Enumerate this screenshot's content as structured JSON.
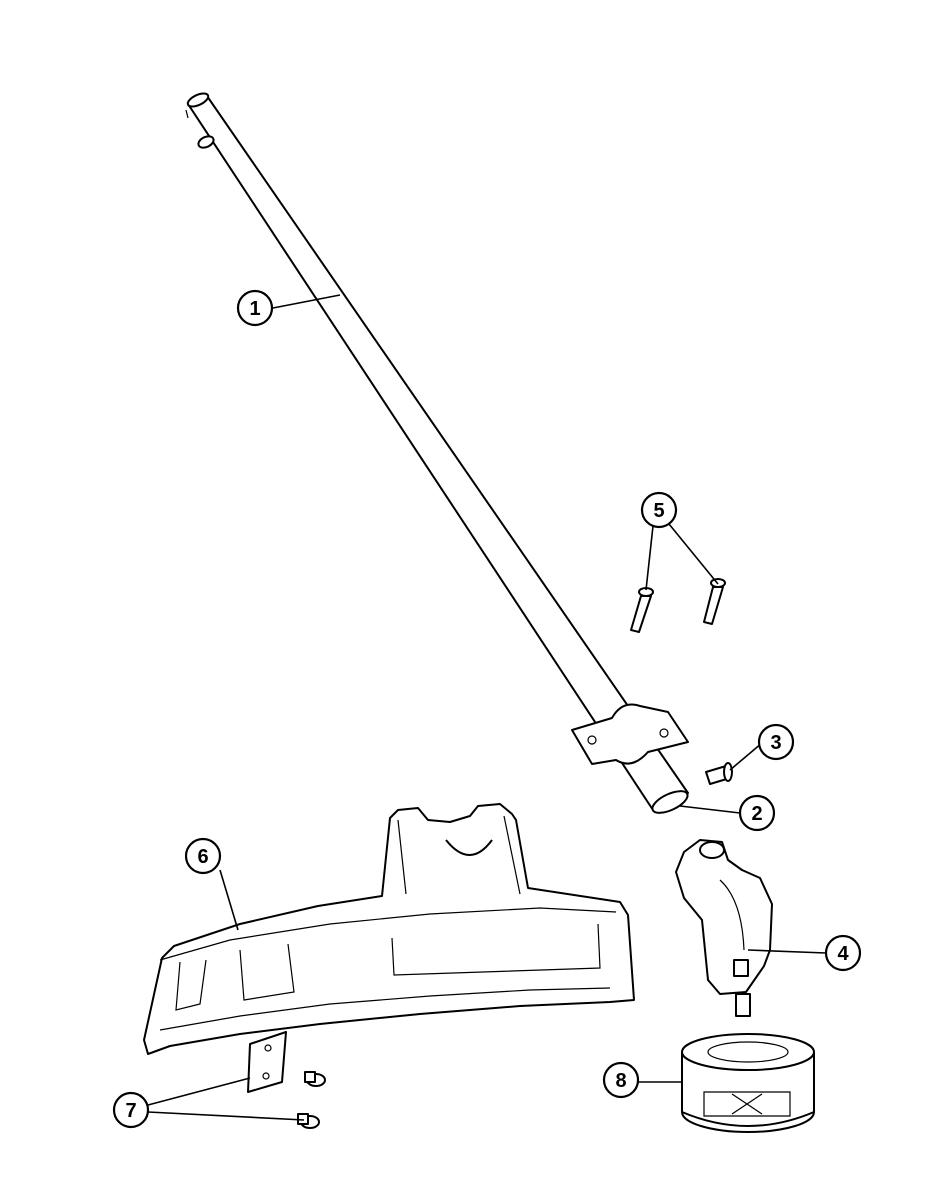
{
  "callouts": [
    "1",
    "2",
    "3",
    "4",
    "5",
    "6",
    "7",
    "8"
  ],
  "parts": [
    "upper-shaft",
    "shaft-end",
    "mounting-screw",
    "gear-head",
    "bolts",
    "guard",
    "guard-plate-and-screws",
    "trimmer-head"
  ]
}
